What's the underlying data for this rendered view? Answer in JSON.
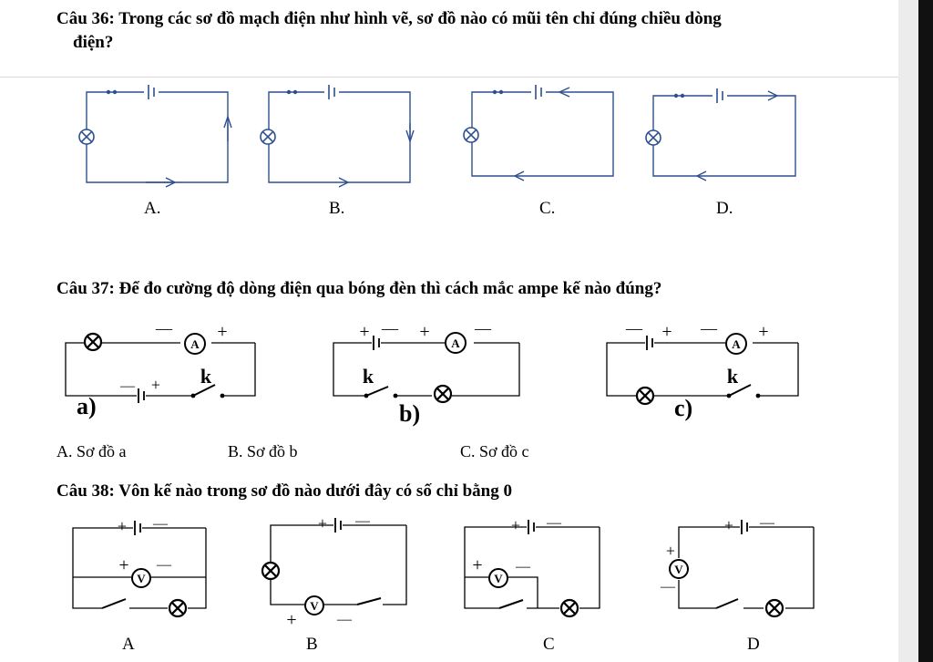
{
  "q36": {
    "line1": "Câu 36: Trong các sơ đồ mạch điện như hình vẽ, sơ đồ nào có mũi tên chỉ đúng chiều dòng",
    "line2": "điện?",
    "labels": [
      "A.",
      "B.",
      "C.",
      "D."
    ]
  },
  "q37": {
    "text": "Câu 37: Để đo cường độ dòng điện qua bóng đèn thì cách mắc ampe kế nào đúng?",
    "diagram_labels": [
      "a)",
      "b)",
      "c)"
    ],
    "switch_label": "k",
    "ammeter_symbol": "A",
    "options": [
      "A. Sơ đồ a",
      "B. Sơ đồ b",
      "C. Sơ đồ c"
    ]
  },
  "q38": {
    "text": "Câu 38: Vôn kế nào trong sơ đồ nào dưới đây có số chỉ bằng 0",
    "voltmeter_symbol": "V",
    "labels": [
      "A",
      "B",
      "C",
      "D"
    ]
  },
  "signs": {
    "plus": "+",
    "minus": "—"
  },
  "colors": {
    "wire": "#2e4f8f",
    "ink": "#000000"
  }
}
